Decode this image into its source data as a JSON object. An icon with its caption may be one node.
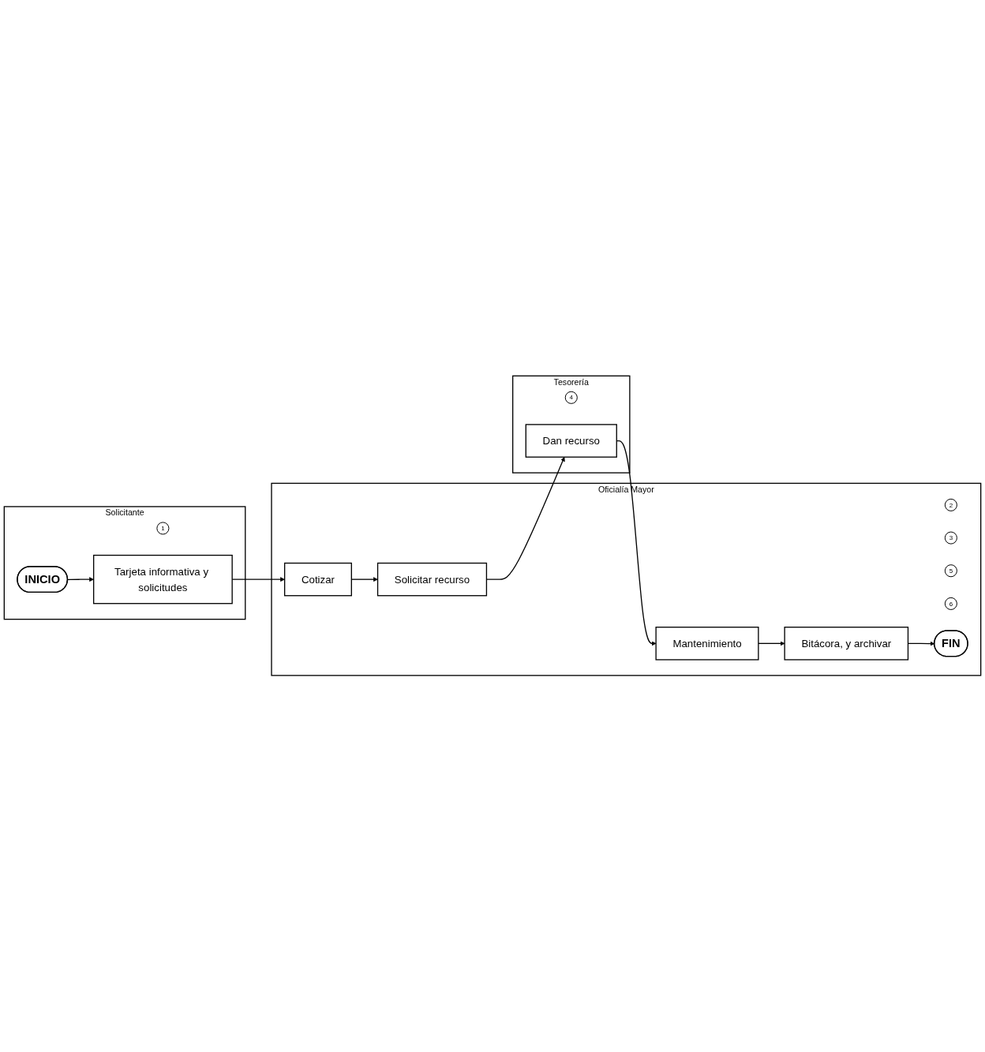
{
  "diagram": {
    "nodes": [
      {
        "text": [
          "Solicitante"
        ]
      },
      {
        "text": [
          "INICIO"
        ],
        "in": 0
      },
      {
        "text": [
          "1"
        ],
        "in": 0
      },
      {
        "text": [
          "Tarjeta informativa y solicitudes"
        ],
        "in": 0
      },
      {
        "text": [
          "Oficialía Mayor"
        ]
      },
      {
        "text": [
          "2"
        ],
        "in": 4
      },
      {
        "text": [
          "Cotizar"
        ],
        "in": 4
      },
      {
        "text": [
          "3"
        ],
        "in": 4
      },
      {
        "text": [
          "Solicitar recurso"
        ],
        "in": 4
      },
      {
        "text": [
          "5"
        ],
        "in": 4
      },
      {
        "text": [
          "Mantenimiento"
        ],
        "in": 4
      },
      {
        "text": [
          "6"
        ],
        "in": 4
      },
      {
        "text": [
          "Bitácora, y archivar"
        ],
        "in": 4
      },
      {
        "text": [
          "FIN"
        ],
        "in": 4
      },
      {
        "text": [
          "Tesorería"
        ]
      },
      {
        "text": [
          "4"
        ],
        "in": 14
      },
      {
        "text": [
          "Dan recurso"
        ],
        "in": 14
      }
    ],
    "edges": [
      {
        "from": 1,
        "to": 3,
        "arrow": "to"
      },
      {
        "from": 3,
        "to": 6,
        "arrow": "to"
      },
      {
        "from": 6,
        "to": 8,
        "arrow": "to"
      },
      {
        "from": 8,
        "to": 16,
        "arrow": "to"
      },
      {
        "from": 16,
        "to": 10,
        "arrow": "to"
      },
      {
        "from": 10,
        "to": 12,
        "arrow": "to"
      },
      {
        "from": 12,
        "to": 13,
        "arrow": "to"
      }
    ]
  }
}
